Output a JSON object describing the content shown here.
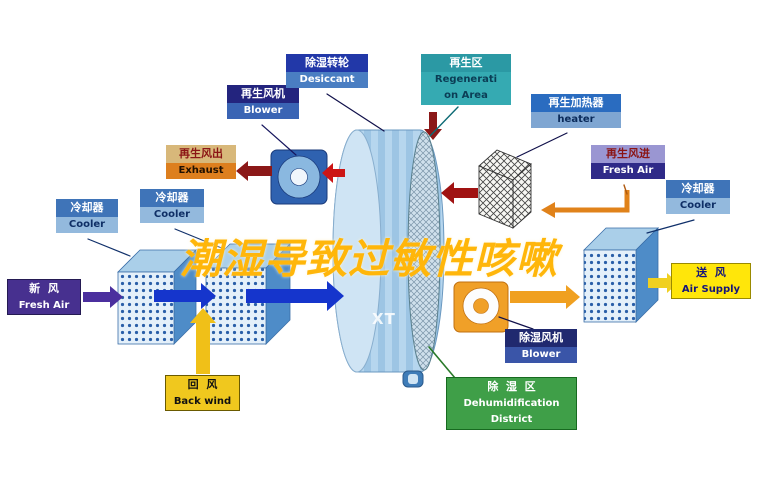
{
  "watermark": {
    "text": "潮湿导致过敏性咳嗽",
    "color": "#ffb60a"
  },
  "rotor_logo": "XT",
  "labels": {
    "regen_blower": {
      "zh": "再生风机",
      "en": "Blower"
    },
    "desiccant": {
      "zh": "除湿转轮",
      "en": "Desiccant"
    },
    "regeneration_area": {
      "zh": "再生区",
      "en_line1": "Regenerati",
      "en_line2": "on Area"
    },
    "regen_heater": {
      "zh": "再生加热器",
      "en": "heater"
    },
    "exhaust": {
      "zh": "再生风出",
      "en": "Exhaust"
    },
    "cooler_left_outer": {
      "zh": "冷却器",
      "en": "Cooler"
    },
    "cooler_left_inner": {
      "zh": "冷却器",
      "en": "Cooler"
    },
    "fresh_air_left": {
      "zh": "新  风",
      "en": "Fresh Air"
    },
    "back_wind": {
      "zh": "回  风",
      "en": "Back wind"
    },
    "dehumid_blower": {
      "zh": "除湿风机",
      "en": "Blower"
    },
    "dehumid_district": {
      "zh": "除  湿  区",
      "en_line1": "Dehumidification",
      "en_line2": "District"
    },
    "air_supply": {
      "zh": "送  风",
      "en": "Air Supply"
    },
    "cooler_right": {
      "zh": "冷却器",
      "en": "Cooler"
    },
    "regen_fresh_air": {
      "zh": "再生风进",
      "en": "Fresh Air"
    }
  },
  "colors": {
    "process_arrow_blue": "#1535cc",
    "purple_arrow": "#4b2f9e",
    "yellow_arrow": "#f0c018",
    "orange_arrow": "#f0a020",
    "regen_arrow_red": "#cc1515",
    "regen_arrow_maroon": "#8b1818",
    "rotor_blue": "#a9cde9",
    "box_side_blue": "#4e8cc8",
    "green_label": "#3f9f48",
    "teal_label": "#31a2ac"
  }
}
